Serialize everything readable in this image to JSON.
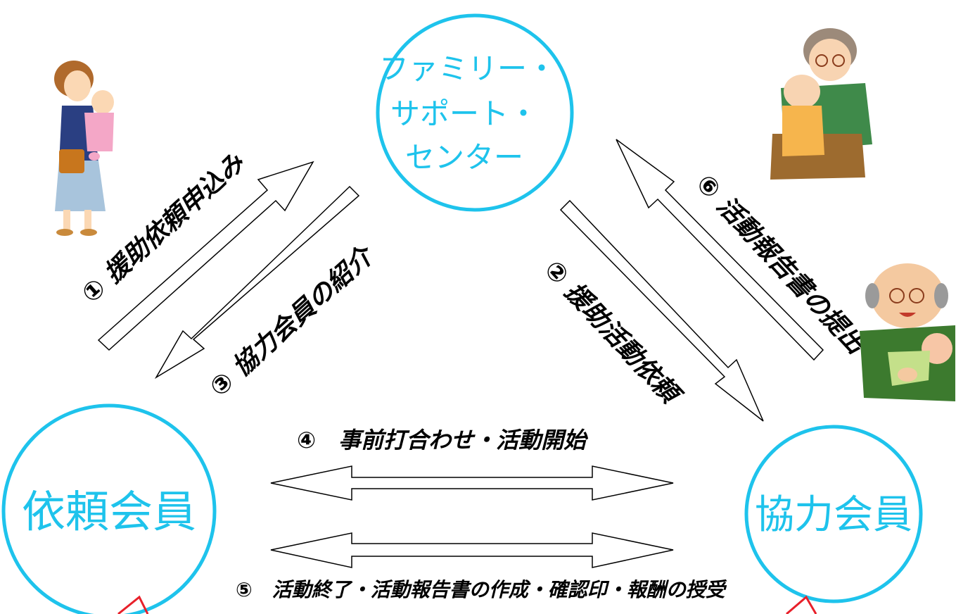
{
  "colors": {
    "node_stroke": "#1ec3ec",
    "node_text": "#1ec3ec",
    "arrow_stroke": "#000000",
    "accent_red": "#e8202a"
  },
  "nodes": {
    "center": {
      "line1": "ファミリー・",
      "line2": "サポート・",
      "line3": "センター"
    },
    "requester": {
      "label": "依頼会員"
    },
    "helper": {
      "label": "協力会員"
    }
  },
  "steps": {
    "s1": "① 援助依頼申込み",
    "s2": "② 援助活動依頼",
    "s3": "③ 協力会員の紹介",
    "s4": "④　事前打合わせ・活動開始",
    "s5": "⑤　活動終了・活動報告書の作成・確認印・報酬の授受",
    "s6": "⑥ 活動報告書の提出"
  },
  "illustrations": [
    {
      "name": "mother-holding-baby-illustration"
    },
    {
      "name": "grandmother-holding-baby-illustration"
    },
    {
      "name": "grandfather-holding-baby-illustration"
    }
  ]
}
